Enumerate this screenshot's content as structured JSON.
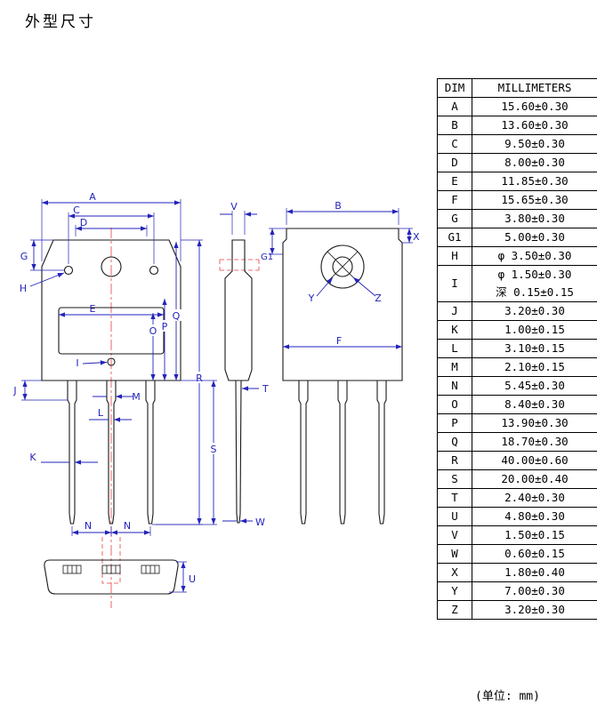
{
  "page": {
    "title": "外型尺寸",
    "unit_note": "(单位: mm)"
  },
  "table": {
    "headers": [
      "DIM",
      "MILLIMETERS"
    ],
    "rows": [
      {
        "dim": "A",
        "mm": "15.60±0.30"
      },
      {
        "dim": "B",
        "mm": "13.60±0.30"
      },
      {
        "dim": "C",
        "mm": "9.50±0.30"
      },
      {
        "dim": "D",
        "mm": "8.00±0.30"
      },
      {
        "dim": "E",
        "mm": "11.85±0.30"
      },
      {
        "dim": "F",
        "mm": "15.65±0.30"
      },
      {
        "dim": "G",
        "mm": "3.80±0.30"
      },
      {
        "dim": "G1",
        "mm": "5.00±0.30"
      },
      {
        "dim": "H",
        "mm": "φ 3.50±0.30"
      },
      {
        "dim": "I",
        "mm": "φ 1.50±0.30",
        "mm2": "深 0.15±0.15"
      },
      {
        "dim": "J",
        "mm": "3.20±0.30"
      },
      {
        "dim": "K",
        "mm": "1.00±0.15"
      },
      {
        "dim": "L",
        "mm": "3.10±0.15"
      },
      {
        "dim": "M",
        "mm": "2.10±0.15"
      },
      {
        "dim": "N",
        "mm": "5.45±0.30"
      },
      {
        "dim": "O",
        "mm": "8.40±0.30"
      },
      {
        "dim": "P",
        "mm": "13.90±0.30"
      },
      {
        "dim": "Q",
        "mm": "18.70±0.30"
      },
      {
        "dim": "R",
        "mm": "40.00±0.60"
      },
      {
        "dim": "S",
        "mm": "20.00±0.40"
      },
      {
        "dim": "T",
        "mm": "2.40±0.30"
      },
      {
        "dim": "U",
        "mm": "4.80±0.30"
      },
      {
        "dim": "V",
        "mm": "1.50±0.15"
      },
      {
        "dim": "W",
        "mm": "0.60±0.15"
      },
      {
        "dim": "X",
        "mm": "1.80±0.40"
      },
      {
        "dim": "Y",
        "mm": "7.00±0.30"
      },
      {
        "dim": "Z",
        "mm": "3.20±0.30"
      }
    ]
  },
  "diagram": {
    "labels": {
      "A": "A",
      "B": "B",
      "C": "C",
      "D": "D",
      "E": "E",
      "F": "F",
      "G": "G",
      "G1": "G1",
      "H": "H",
      "I": "I",
      "J": "J",
      "K": "K",
      "L": "L",
      "M": "M",
      "N": "N",
      "O": "O",
      "P": "P",
      "Q": "Q",
      "R": "R",
      "S": "S",
      "T": "T",
      "U": "U",
      "V": "V",
      "W": "W",
      "X": "X",
      "Y": "Y",
      "Z": "Z"
    }
  }
}
